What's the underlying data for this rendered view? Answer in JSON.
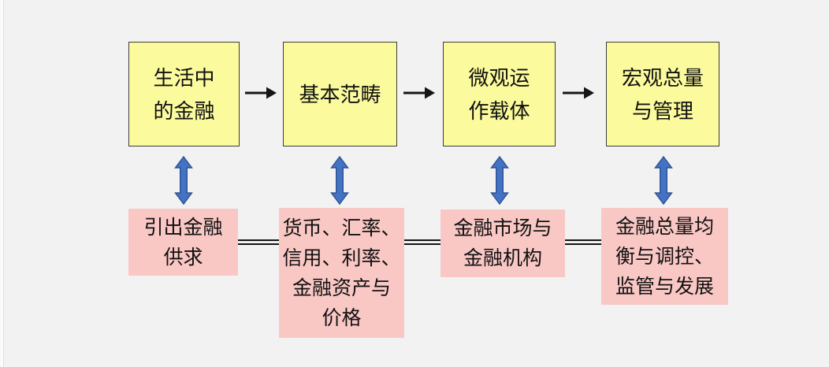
{
  "diagram": {
    "title": "finance-course-structure-flowchart",
    "top_nodes": [
      {
        "id": "life-finance",
        "lines": [
          "生活中",
          "的金融"
        ]
      },
      {
        "id": "basic-categories",
        "lines": [
          "基本范畴"
        ]
      },
      {
        "id": "micro-carriers",
        "lines": [
          "微观运",
          "作载体"
        ]
      },
      {
        "id": "macro-management",
        "lines": [
          "宏观总量",
          "与管理"
        ]
      }
    ],
    "bottom_nodes": [
      {
        "id": "finance-supply-demand",
        "lines": [
          "引出金融",
          "供求"
        ]
      },
      {
        "id": "basic-concepts-detail",
        "lines": [
          "货币、汇率、",
          "信用、利率、",
          "金融资产与",
          "价格"
        ]
      },
      {
        "id": "markets-institutions",
        "lines": [
          "金融市场与",
          "金融机构"
        ]
      },
      {
        "id": "aggregate-regulation",
        "lines": [
          "金融总量均",
          "衡与调控、",
          "监管与发展"
        ]
      }
    ],
    "colors": {
      "background": "#f2f2f3",
      "top_node_fill": "#fbfb9d",
      "top_node_border": "#3b3b3b",
      "bottom_node_fill": "#f9c8c5",
      "flow_arrow": "#151515",
      "link_arrow_fill": "#4472c4",
      "link_arrow_stroke": "#2f528f"
    }
  }
}
